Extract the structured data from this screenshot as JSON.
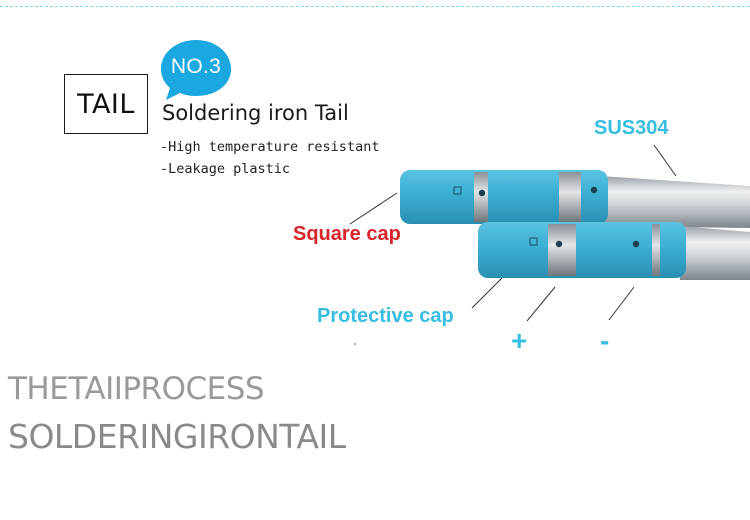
{
  "badge": {
    "text": "NO.3",
    "color": "#1ba8e0"
  },
  "tail_label": "TAIL",
  "headline": "Soldering iron Tail",
  "features": [
    "-High temperature resistant",
    "-Leakage plastic"
  ],
  "callouts": {
    "sus": "SUS304",
    "square_cap": "Square cap",
    "protective_cap": "Protective cap",
    "plus": "+",
    "minus": "-"
  },
  "big_text": [
    "THETAIIPROCESS",
    "SOLDERINGIRONTAIL"
  ],
  "colors": {
    "accent_blue": "#36bde0",
    "cap_blue": "#3aaed2",
    "red": "#d8232a",
    "steel": "#c7cdd2"
  }
}
